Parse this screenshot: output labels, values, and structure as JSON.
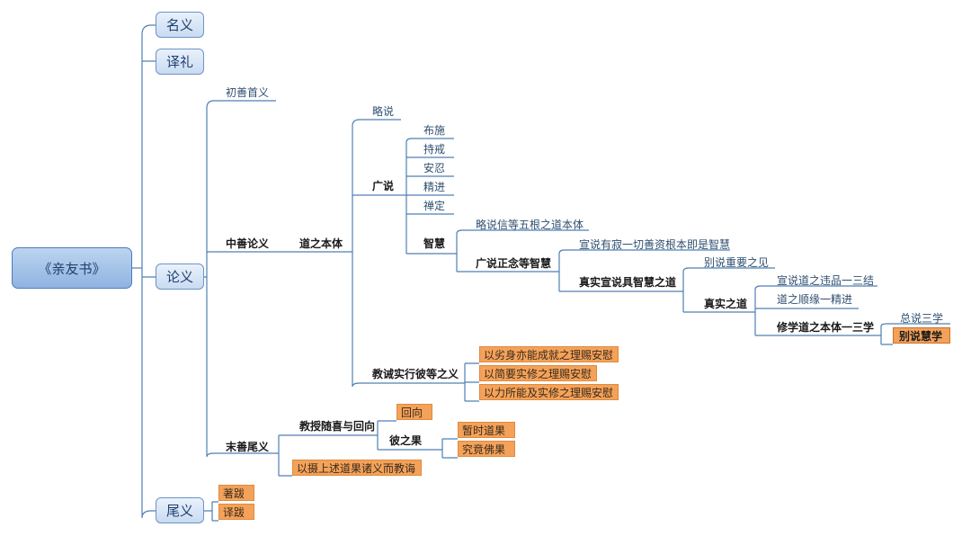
{
  "colors": {
    "line": "#4f7fb3",
    "orange": "#f4a25a",
    "root_fill": "#a9c6ea"
  },
  "mindmap": {
    "root": "《亲友书》",
    "top": [
      "名义",
      "译礼",
      "论义",
      "尾义"
    ],
    "lun": {
      "chushan": "初善首义",
      "zhongshan": "中善论义",
      "daozhi": "道之本体",
      "lueshuo": "略说",
      "guangshuo": "广说",
      "six": [
        "布施",
        "持戒",
        "安忍",
        "精进",
        "禅定"
      ],
      "zhihui": "智慧",
      "luexin": "略说信等五根之道本体",
      "guangnian": "广说正念等智慧",
      "xuanshuo": "宣说有寂一切善资根本即是智慧",
      "zhenshi_xuan": "真实宣说具智慧之道",
      "bieshuo_jian": "别说重要之见",
      "zhenshi_dao": "真实之道",
      "xuan_zhi": "宣说道之违品一三结",
      "shunyuan": "道之顺缘一精进",
      "xiuxue": "修学道之本体一三学",
      "zongshuo": "总说三学",
      "bieshuo_hui": "别说慧学",
      "jiaojie": "教诫实行彼等之义",
      "jiaojie_items": [
        "以劣身亦能成就之理赐安慰",
        "以简要实修之理赐安慰",
        "以力所能及实修之理赐安慰"
      ],
      "moshan": "末善尾义",
      "suixi": "教授随喜与回向",
      "huixiang": "回向",
      "bizhi": "彼之果",
      "guo": [
        "暂时道果",
        "究竟佛果"
      ],
      "yishe": "以摄上述道果诸义而教诲"
    },
    "wei": [
      "著跋",
      "译跋"
    ]
  }
}
